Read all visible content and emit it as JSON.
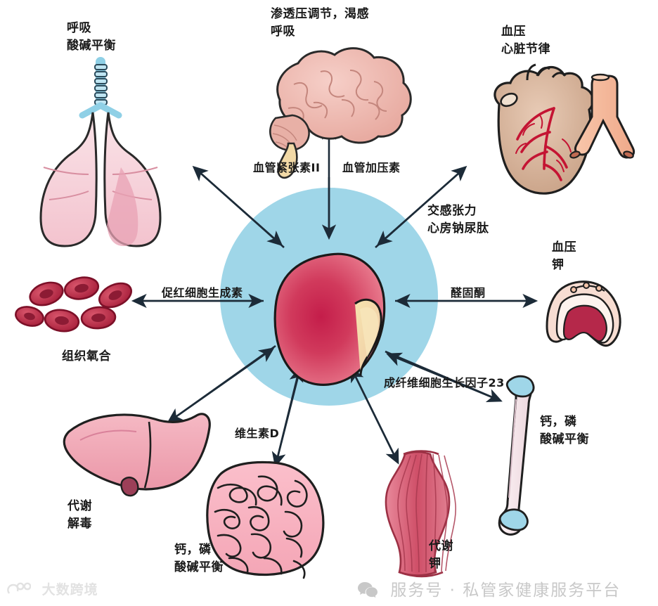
{
  "diagram": {
    "center": {
      "organ": "kidney",
      "circle_color": "#9fd6e8"
    },
    "arrow_labels": [
      {
        "id": "angiotensin2",
        "text": "血管紧张素II"
      },
      {
        "id": "vasopressin",
        "text": "血管加压素"
      },
      {
        "id": "sympathetic_anp_l1",
        "text": "交感张力"
      },
      {
        "id": "sympathetic_anp_l2",
        "text": "心房钠尿肽"
      },
      {
        "id": "epo",
        "text": "促红细胞生成素"
      },
      {
        "id": "aldosterone",
        "text": "醛固酮"
      },
      {
        "id": "fgf23",
        "text": "成纤维细胞生长因子23"
      },
      {
        "id": "vitamin_d",
        "text": "维生素D"
      }
    ],
    "organs": [
      {
        "id": "lungs",
        "name": "肺",
        "label_lines": [
          "呼吸",
          "酸碱平衡"
        ]
      },
      {
        "id": "brain",
        "name": "脑",
        "label_lines": [
          "渗透压调节，渴感",
          "呼吸"
        ]
      },
      {
        "id": "heart",
        "name": "心脏",
        "label_lines": [
          "血压",
          "心脏节律"
        ]
      },
      {
        "id": "red_blood_cells",
        "name": "红细胞",
        "label_lines": [
          "组织氧合"
        ]
      },
      {
        "id": "adrenal_gland",
        "name": "肾上腺",
        "label_lines": [
          "血压",
          "钾"
        ]
      },
      {
        "id": "liver",
        "name": "肝脏",
        "label_lines": [
          "代谢",
          "解毒"
        ]
      },
      {
        "id": "intestine",
        "name": "肠道",
        "label_lines": [
          "钙，磷",
          "酸碱平衡"
        ]
      },
      {
        "id": "muscle",
        "name": "肌肉",
        "label_lines": [
          "代谢",
          "钾"
        ]
      },
      {
        "id": "bone",
        "name": "骨骼",
        "label_lines": [
          "钙，磷",
          "酸碱平衡"
        ]
      }
    ]
  },
  "watermarks": {
    "bottom_left": "大数跨境",
    "bottom_right": "服务号 · 私管家健康服务平台",
    "bottom_right_icon": "wechat-icon"
  }
}
